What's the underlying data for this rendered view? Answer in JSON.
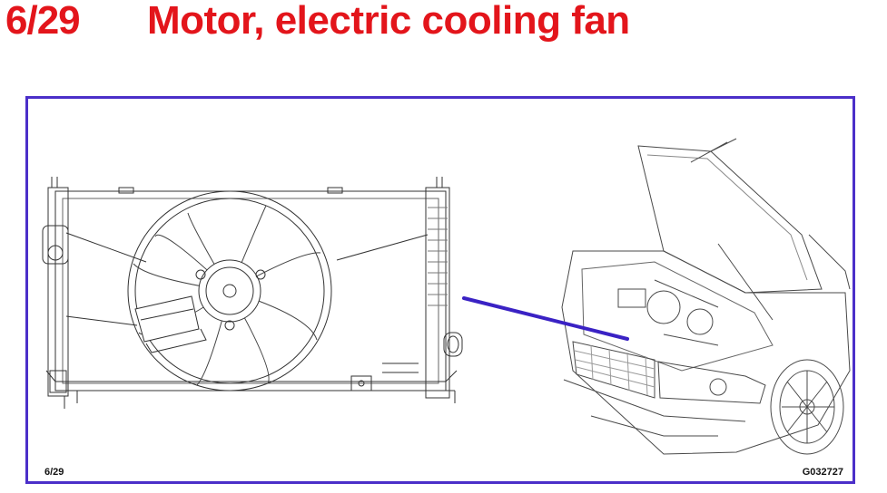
{
  "header": {
    "section_number": "6/29",
    "title": "Motor, electric cooling fan"
  },
  "figure": {
    "ref_left": "6/29",
    "ref_right": "G032727"
  },
  "colors": {
    "title": "#e3151b",
    "frame_border": "#4b2fc9",
    "pointer_line": "#3a22c4",
    "drawing_line": "#333333"
  }
}
